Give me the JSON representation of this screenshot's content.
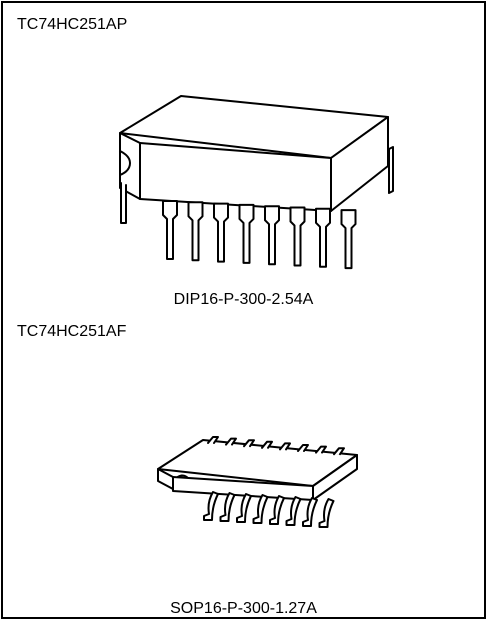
{
  "packages": [
    {
      "part_number": "TC74HC251AP",
      "package_name": "DIP16-P-300-2.54A"
    },
    {
      "part_number": "TC74HC251AF",
      "package_name": "SOP16-P-300-1.27A"
    }
  ],
  "colors": {
    "line": "#000000",
    "background": "#ffffff"
  },
  "icons": [
    "dip16-package-icon",
    "sop16-package-icon"
  ]
}
